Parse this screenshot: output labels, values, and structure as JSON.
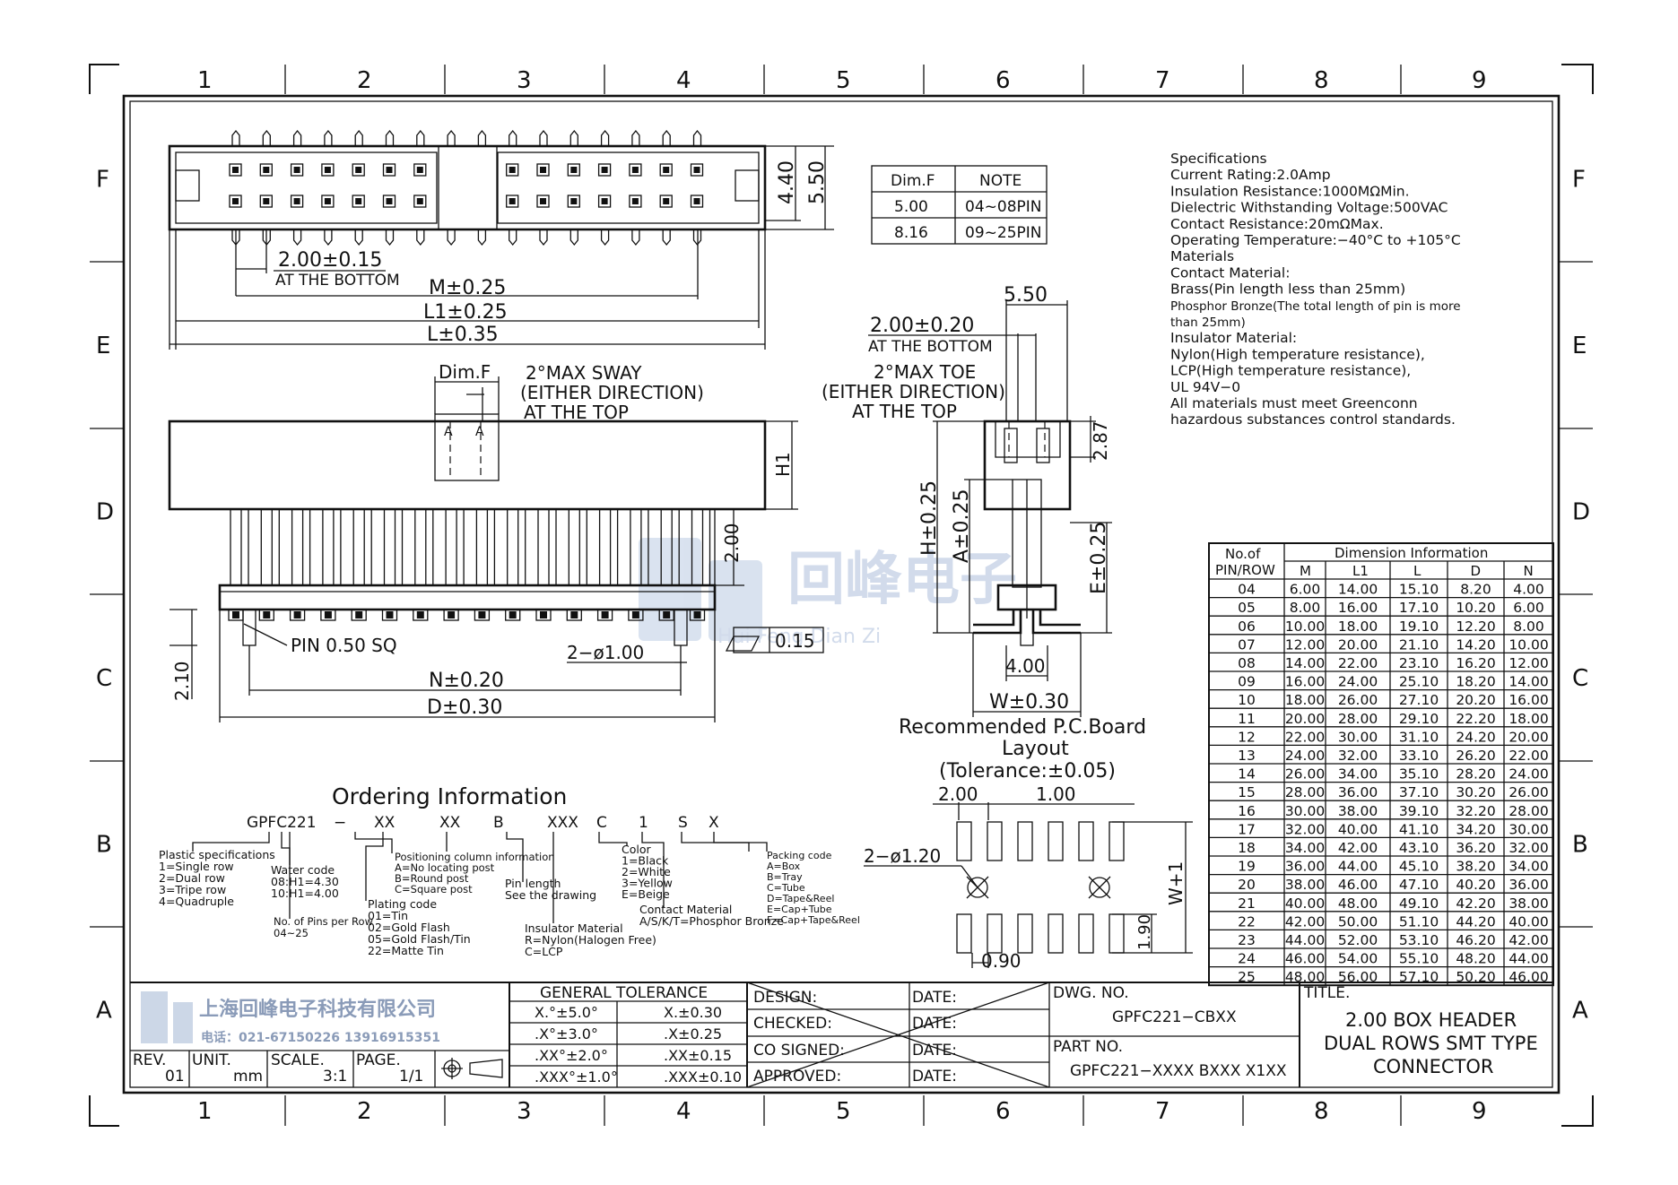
{
  "frame": {
    "col_numbers": [
      "1",
      "2",
      "3",
      "4",
      "5",
      "6",
      "7",
      "8",
      "9"
    ],
    "row_letters": [
      "F",
      "E",
      "D",
      "C",
      "B",
      "A"
    ]
  },
  "dim_table": {
    "headers": [
      "Dim.F",
      "NOTE"
    ],
    "rows": [
      [
        "5.00",
        "04~08PIN"
      ],
      [
        "8.16",
        "09~25PIN"
      ]
    ]
  },
  "specifications": [
    "Specifications",
    "Current Rating:2.0Amp",
    "Insulation Resistance:1000MΩMin.",
    "Dielectric Withstanding Voltage:500VAC",
    "Contact Resistance:20mΩMax.",
    "Operating Temperature:−40°C to +105°C",
    "Materials",
    "Contact Material:",
    "Brass(Pin length less than 25mm)",
    "Phosphor Bronze(The total length of pin is more",
    "than 25mm)",
    "Insulator Material:",
    "Nylon(High temperature resistance),",
    "LCP(High temperature resistance),",
    "UL 94V−0",
    "All materials must meet Greenconn",
    "hazardous substances control standards."
  ],
  "top_view": {
    "pitch_label": "2.00±0.15",
    "pitch_note": "AT THE BOTTOM",
    "m_label": "M±0.25",
    "l1_label": "L1±0.25",
    "l_label": "L±0.35",
    "h440": "4.40",
    "h550": "5.50"
  },
  "front_view": {
    "dimf": "Dim.F",
    "sway1": "2°MAX SWAY",
    "sway2": "(EITHER DIRECTION)",
    "sway3": "AT THE TOP",
    "h1": "H1",
    "v200": "2.00",
    "pin_sq": "PIN 0.50 SQ",
    "holes": "2−ø1.00",
    "flat": "0.15",
    "v210": "2.10",
    "n_label": "N±0.20",
    "d_label": "D±0.30"
  },
  "side_view": {
    "w550": "5.50",
    "pitch": "2.00±0.20",
    "pitch_note": "AT THE BOTTOM",
    "toe1": "2°MAX TOE",
    "toe2": "(EITHER DIRECTION)",
    "toe3": "AT THE TOP",
    "v287": "2.87",
    "h_label": "H±0.25",
    "a_label": "A±0.25",
    "e_label": "E±0.25",
    "w400": "4.00",
    "w_label": "W±0.30"
  },
  "pcb": {
    "title1": "Recommended P.C.Board",
    "title2": "Layout",
    "title3": "(Tolerance:±0.05)",
    "pitch": "2.00",
    "pad_w": "1.00",
    "holes": "2−ø1.20",
    "w_plus": "W+1",
    "pad_h": "1.90",
    "pad_gap": "0.90"
  },
  "dimension_table": {
    "title": "Dimension Information",
    "header_left1": "No.of",
    "header_left2": "PIN/ROW",
    "columns": [
      "M",
      "L1",
      "L",
      "D",
      "N"
    ],
    "rows": [
      [
        "04",
        "6.00",
        "14.00",
        "15.10",
        "8.20",
        "4.00"
      ],
      [
        "05",
        "8.00",
        "16.00",
        "17.10",
        "10.20",
        "6.00"
      ],
      [
        "06",
        "10.00",
        "18.00",
        "19.10",
        "12.20",
        "8.00"
      ],
      [
        "07",
        "12.00",
        "20.00",
        "21.10",
        "14.20",
        "10.00"
      ],
      [
        "08",
        "14.00",
        "22.00",
        "23.10",
        "16.20",
        "12.00"
      ],
      [
        "09",
        "16.00",
        "24.00",
        "25.10",
        "18.20",
        "14.00"
      ],
      [
        "10",
        "18.00",
        "26.00",
        "27.10",
        "20.20",
        "16.00"
      ],
      [
        "11",
        "20.00",
        "28.00",
        "29.10",
        "22.20",
        "18.00"
      ],
      [
        "12",
        "22.00",
        "30.00",
        "31.10",
        "24.20",
        "20.00"
      ],
      [
        "13",
        "24.00",
        "32.00",
        "33.10",
        "26.20",
        "22.00"
      ],
      [
        "14",
        "26.00",
        "34.00",
        "35.10",
        "28.20",
        "24.00"
      ],
      [
        "15",
        "28.00",
        "36.00",
        "37.10",
        "30.20",
        "26.00"
      ],
      [
        "16",
        "30.00",
        "38.00",
        "39.10",
        "32.20",
        "28.00"
      ],
      [
        "17",
        "32.00",
        "40.00",
        "41.10",
        "34.20",
        "30.00"
      ],
      [
        "18",
        "34.00",
        "42.00",
        "43.10",
        "36.20",
        "32.00"
      ],
      [
        "19",
        "36.00",
        "44.00",
        "45.10",
        "38.20",
        "34.00"
      ],
      [
        "20",
        "38.00",
        "46.00",
        "47.10",
        "40.20",
        "36.00"
      ],
      [
        "21",
        "40.00",
        "48.00",
        "49.10",
        "42.20",
        "38.00"
      ],
      [
        "22",
        "42.00",
        "50.00",
        "51.10",
        "44.20",
        "40.00"
      ],
      [
        "23",
        "44.00",
        "52.00",
        "53.10",
        "46.20",
        "42.00"
      ],
      [
        "24",
        "46.00",
        "54.00",
        "55.10",
        "48.20",
        "44.00"
      ],
      [
        "25",
        "48.00",
        "56.00",
        "57.10",
        "50.20",
        "46.00"
      ]
    ]
  },
  "ordering": {
    "title": "Ordering Information",
    "code": [
      "GPFC221",
      "−",
      "XX",
      "XX",
      "B",
      "XXX",
      "C",
      "1",
      "S",
      "X"
    ],
    "plastic": [
      "Plastic specifications",
      "1=Single row",
      "2=Dual row",
      "3=Tripe row",
      "4=Quadruple"
    ],
    "water": [
      "Water code",
      "08:H1=4.30",
      "10:H1=4.00"
    ],
    "pins": [
      "No. of Pins per Row",
      "04~25"
    ],
    "positioning": [
      "Positioning column information",
      "A=No locating post",
      "B=Round post",
      "C=Square post"
    ],
    "plating": [
      "Plating code",
      "01=Tin",
      "02=Gold Flash",
      "05=Gold Flash/Tin",
      "22=Matte Tin"
    ],
    "pin_length": [
      "Pin length",
      "See the drawing"
    ],
    "insulator": [
      "Insulator Material",
      "R=Nylon(Halogen Free)",
      "C=LCP"
    ],
    "color": [
      "Color",
      "1=Black",
      "2=White",
      "3=Yellow",
      "E=Beige"
    ],
    "contact": [
      "Contact Material",
      "A/S/K/T=Phosphor Bronze"
    ],
    "packing": [
      "Packing code",
      "A=Box",
      "B=Tray",
      "C=Tube",
      "D=Tape&Reel",
      "E=Cap+Tube",
      "F=Cap+Tape&Reel"
    ]
  },
  "watermark": {
    "cn": "回峰电子",
    "en": "Hui Feng Dian Zi"
  },
  "title_block": {
    "company_cn": "上海回峰电子科技有限公司",
    "phone": "电话：021-67150226  13916915351",
    "rev_label": "REV.",
    "rev": "01",
    "unit_label": "UNIT.",
    "unit": "mm",
    "scale_label": "SCALE.",
    "scale": "3:1",
    "page_label": "PAGE.",
    "page": "1/1",
    "tolerance_title": "GENERAL TOLERANCE",
    "tolerances": [
      [
        "X.°±5.0°",
        "X.±0.30"
      ],
      [
        ".X°±3.0°",
        ".X±0.25"
      ],
      [
        ".XX°±2.0°",
        ".XX±0.15"
      ],
      [
        ".XXX°±1.0°",
        ".XXX±0.10"
      ]
    ],
    "design": "DESIGN:",
    "checked": "CHECKED:",
    "co_signed": "CO SIGNED:",
    "approved": "APPROVED:",
    "date": "DATE:",
    "dwg_label": "DWG. NO.",
    "dwg": "GPFC221−CBXX",
    "part_label": "PART NO.",
    "part": "GPFC221−XXXX BXXX X1XX",
    "title_label": "TITLE.",
    "title1": "2.00 BOX HEADER",
    "title2": "DUAL ROWS SMT TYPE",
    "title3": "CONNECTOR"
  }
}
